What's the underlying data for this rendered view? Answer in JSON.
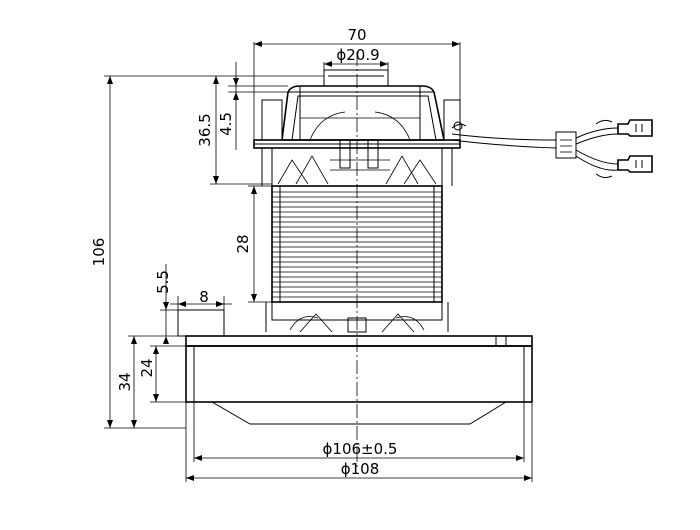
{
  "drawing": {
    "stroke_color": "#000000",
    "background": "#ffffff",
    "dimensions": {
      "top_width": "70",
      "bearing_diameter": "ϕ20.9",
      "height_36_5": "36.5",
      "height_4_5": "4.5",
      "overall_height": "106",
      "stack_height": "28",
      "small_5_5": "5.5",
      "small_8": "8",
      "fan_height_24": "24",
      "fan_height_34": "34",
      "fan_diameter_inner": "ϕ106±0.5",
      "fan_diameter_outer": "ϕ108"
    }
  }
}
